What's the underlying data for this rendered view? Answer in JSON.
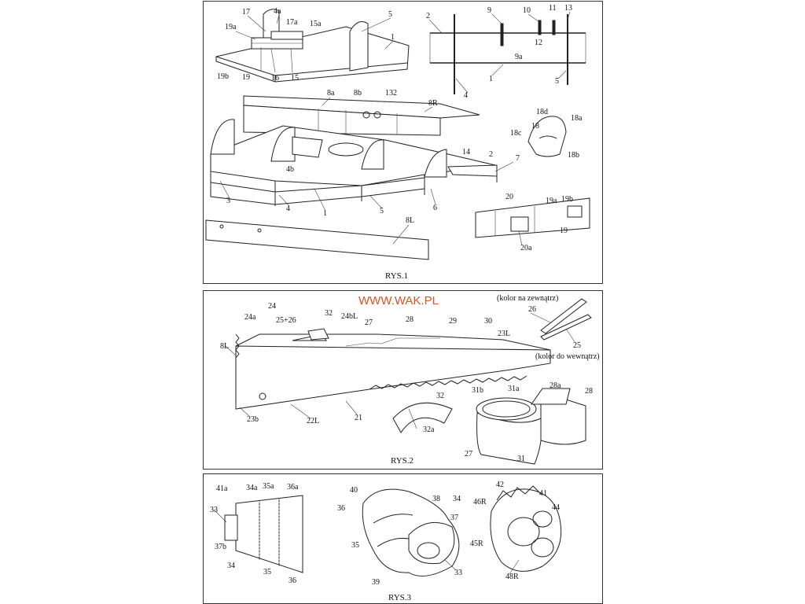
{
  "watermark": "WWW.WAK.PL",
  "figures": {
    "rys1": {
      "caption": "RYS.1",
      "labels": {
        "l17": "17",
        "l4a": "4a",
        "l5a": "5",
        "l1a": "1",
        "l19a": "19a",
        "l17a": "17a",
        "l15a": "15a",
        "l19b": "19b",
        "l19": "19",
        "l16": "16",
        "l15": "15",
        "l2": "2",
        "l9": "9",
        "l10": "10",
        "l11": "11",
        "l13": "13",
        "l12": "12",
        "l9a": "9a",
        "l1b": "1",
        "l4b": "4",
        "l5b": "5",
        "l8a": "8a",
        "l8b": "8b",
        "l132": "132",
        "l8R": "8R",
        "l18d": "18d",
        "l18a": "18a",
        "l18": "18",
        "l18c": "18c",
        "l18b": "18b",
        "l4bb": "4b",
        "l14": "14",
        "l2b": "2",
        "l7": "7",
        "l3": "3",
        "l4c": "4",
        "l1c": "1",
        "l5c": "5",
        "l6": "6",
        "l20": "20",
        "l19ab": "19a",
        "l19bb": "19b",
        "l19c": "19",
        "l20a": "20a",
        "l8L": "8L"
      }
    },
    "rys2": {
      "caption": "RYS.2",
      "note_out": "(kolor na zewnątrz)",
      "note_in": "(kolor do wewnątrz)",
      "labels": {
        "l24": "24",
        "l24a": "24a",
        "l2526": "25+26",
        "l32": "32",
        "l24bL": "24bL",
        "l27": "27",
        "l28": "28",
        "l29": "29",
        "l30": "30",
        "l23L": "23L",
        "l8L": "8L",
        "l23b": "23b",
        "l22L": "22L",
        "l21": "21",
        "l32b": "32",
        "l32a": "32a",
        "l31b": "31b",
        "l31a": "31a",
        "l28a": "28a",
        "l28b": "28",
        "l27b": "27",
        "l31": "31",
        "l26": "26",
        "l25": "25"
      }
    },
    "rys3": {
      "caption": "RYS.3",
      "labels": {
        "l41a": "41a",
        "l34a": "34a",
        "l35a": "35a",
        "l36a": "36a",
        "l33": "33",
        "l37b": "37b",
        "l34": "34",
        "l35": "35",
        "l36": "36",
        "l40": "40",
        "l38": "38",
        "l34b": "34",
        "l36b": "36",
        "l37": "37",
        "l35b": "35",
        "l39": "39",
        "l33b": "33",
        "l42": "42",
        "l41": "41",
        "l46R": "46R",
        "l44": "44",
        "l45R": "45R",
        "l48R": "48R"
      }
    }
  }
}
